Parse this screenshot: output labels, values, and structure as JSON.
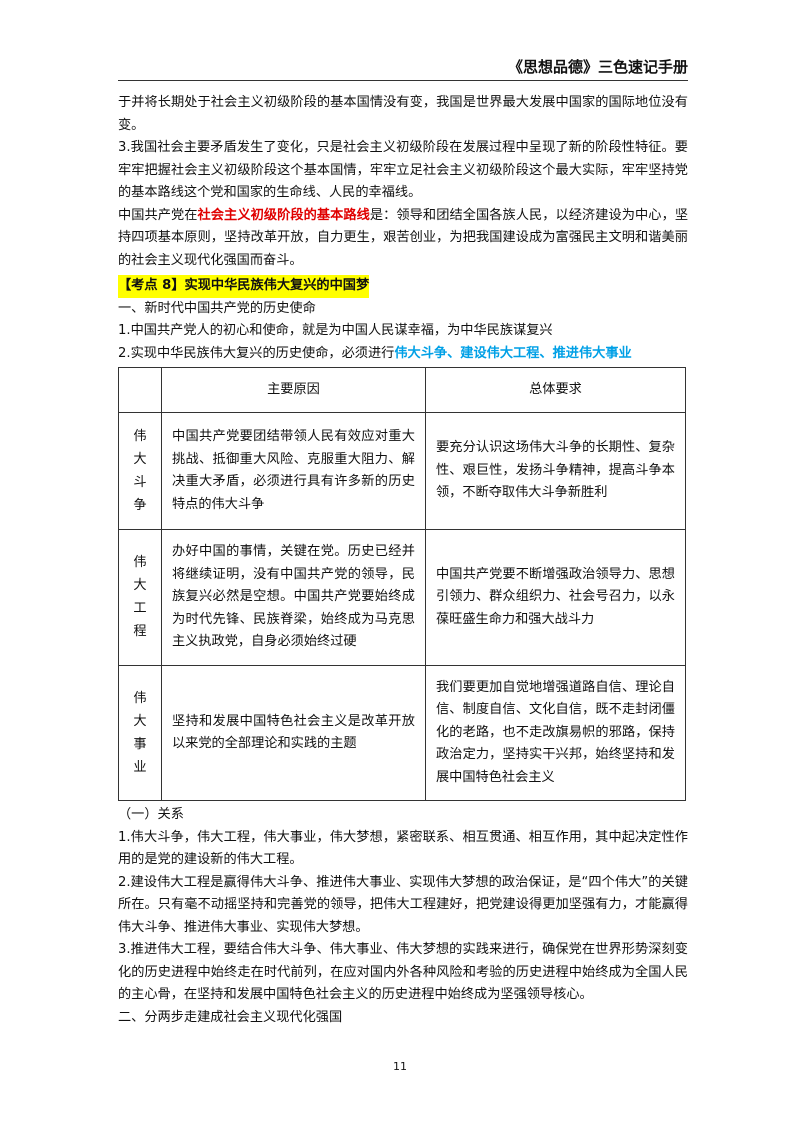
{
  "header": {
    "title": "《思想品德》三色速记手册"
  },
  "paragraphs": {
    "p1": "于并将长期处于社会主义初级阶段的基本国情没有变，我国是世界最大发展中国家的国际地位没有变。",
    "p2": "3.我国社会主要矛盾发生了变化，只是社会主义初级阶段在发展过程中呈现了新的阶段性特征。要牢牢把握社会主义初级阶段这个基本国情，牢牢立足社会主义初级阶段这个最大实际，牢牢坚持党的基本路线这个党和国家的生命线、人民的幸福线。",
    "p3_pre": "中国共产党在",
    "p3_red": "社会主义初级阶段的基本路线",
    "p3_post": "是：领导和团结全国各族人民，以经济建设为中心，坚持四项基本原则，坚持改革开放，自力更生，艰苦创业，为把我国建设成为富强民主文明和谐美丽的社会主义现代化强国而奋斗。",
    "kaodian": "【考点 8】实现中华民族伟大复兴的中国梦",
    "s1": "一、新时代中国共产党的历史使命",
    "s1_1": "1.中国共产党人的初心和使命，就是为中国人民谋幸福，为中华民族谋复兴",
    "s1_2_pre": "2.实现中华民族伟大复兴的历史使命，必须进行",
    "s1_2_blue": "伟大斗争、建设伟大工程、推进伟大事业",
    "rel_head": "（一）关系",
    "rel_1": "1.伟大斗争，伟大工程，伟大事业，伟大梦想，紧密联系、相互贯通、相互作用，其中起决定性作用的是党的建设新的伟大工程。",
    "rel_2": "2.建设伟大工程是赢得伟大斗争、推进伟大事业、实现伟大梦想的政治保证，是“四个伟大”的关键所在。只有毫不动摇坚持和完善党的领导，把伟大工程建好，把党建设得更加坚强有力，才能赢得伟大斗争、推进伟大事业、实现伟大梦想。",
    "rel_3": "3.推进伟大工程，要结合伟大斗争、伟大事业、伟大梦想的实践来进行，确保党在世界形势深刻变化的历史进程中始终走在时代前列，在应对国内外各种风险和考验的历史进程中始终成为全国人民的主心骨，在坚持和发展中国特色社会主义的历史进程中始终成为坚强领导核心。",
    "s2": "二、分两步走建成社会主义现代化强国"
  },
  "table": {
    "col_headers": [
      "主要原因",
      "总体要求"
    ],
    "rows": [
      {
        "label": "伟大斗争",
        "reason": "中国共产党要团结带领人民有效应对重大挑战、抵御重大风险、克服重大阻力、解决重大矛盾，必须进行具有许多新的历史特点的伟大斗争",
        "requirement": "要充分认识这场伟大斗争的长期性、复杂性、艰巨性，发扬斗争精神，提高斗争本领，不断夺取伟大斗争新胜利"
      },
      {
        "label": "伟大工程",
        "reason": "办好中国的事情，关键在党。历史已经并将继续证明，没有中国共产党的领导，民族复兴必然是空想。中国共产党要始终成为时代先锋、民族脊梁，始终成为马克思主义执政党，自身必须始终过硬",
        "requirement": "中国共产党要不断增强政治领导力、思想引领力、群众组织力、社会号召力，以永葆旺盛生命力和强大战斗力"
      },
      {
        "label": "伟大事业",
        "reason": "坚持和发展中国特色社会主义是改革开放以来党的全部理论和实践的主题",
        "requirement": "我们要更加自觉地增强道路自信、理论自信、制度自信、文化自信，既不走封闭僵化的老路，也不走改旗易帜的邪路，保持政治定力，坚持实干兴邦，始终坚持和发展中国特色社会主义"
      }
    ]
  },
  "page_number": "11"
}
